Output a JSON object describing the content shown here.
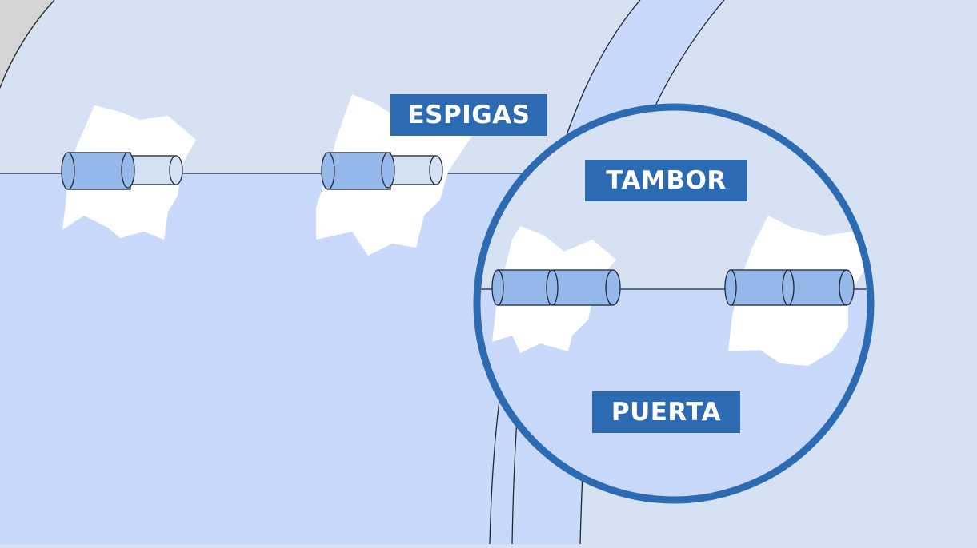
{
  "labels": {
    "espigas": "ESPIGAS",
    "tambor": "TAMBOR",
    "puerta": "PUERTA"
  },
  "colors": {
    "background": "#d6e2f4",
    "door_fill": "#c8d9fb",
    "drum_fill": "#d6e2f4",
    "label_bg": "#2c6ab1",
    "pin_outer": "#94b9ea",
    "pin_inner": "#d4e2f6",
    "circle_stroke": "#2c6ab1",
    "corner_gray": "#d4d4d4"
  }
}
